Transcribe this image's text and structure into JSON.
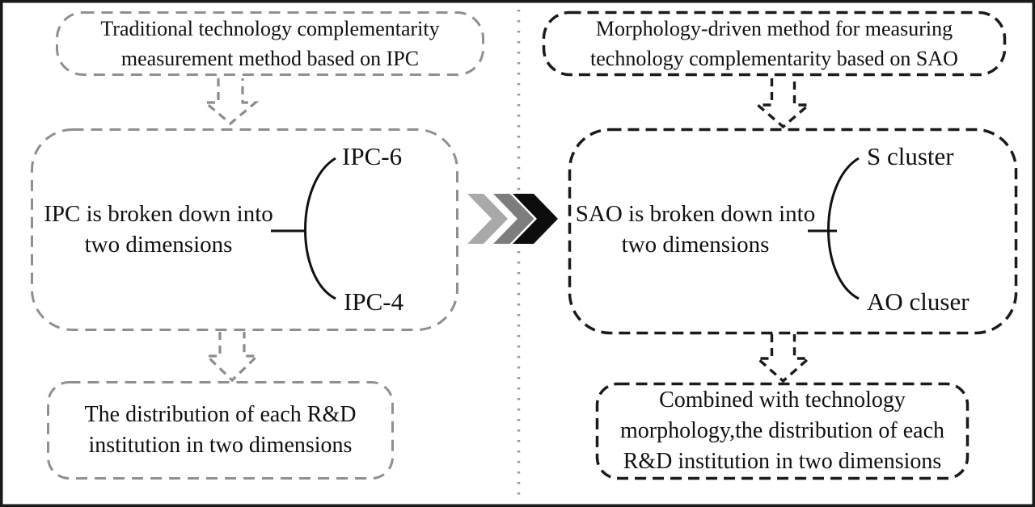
{
  "figure": {
    "type": "comparison-flow-diagram",
    "left_flow": {
      "method_box": {
        "line1": "Traditional technology complementarity",
        "line2": "measurement method based on IPC"
      },
      "decompose_box": {
        "line1": "IPC is broken down into",
        "line2": "two dimensions",
        "branch_top": "IPC-6",
        "branch_bottom": "IPC-4"
      },
      "result_box": {
        "line1": "The distribution of each R&D",
        "line2": "institution in two dimensions"
      }
    },
    "right_flow": {
      "method_box": {
        "line1": "Morphology-driven method for measuring",
        "line2": "technology complementarity based on SAO"
      },
      "decompose_box": {
        "line1": "SAO is broken down into",
        "line2": "two dimensions",
        "branch_top": "S cluster",
        "branch_bottom": "AO cluser"
      },
      "result_box": {
        "line1": "Combined with technology",
        "line2": "morphology,the distribution of each",
        "line3": "R&D institution in two dimensions"
      }
    },
    "icons": {
      "transition": "triple-chevron-right-icon",
      "flow_arrows": "dashed-hollow-down-arrow-icon",
      "divider": "vertical-dotted-divider"
    },
    "colors": {
      "background": "#ffffff",
      "outer_border": "#1a1a1a",
      "left_stroke": "#8f8f8f",
      "right_stroke": "#1a1a1a",
      "divider_dots": "#9b9b9b",
      "chevron_light": "#a9a9a9",
      "chevron_mid": "#7d7d7d",
      "chevron_dark": "#0d0d0d",
      "text": "#101010"
    }
  }
}
